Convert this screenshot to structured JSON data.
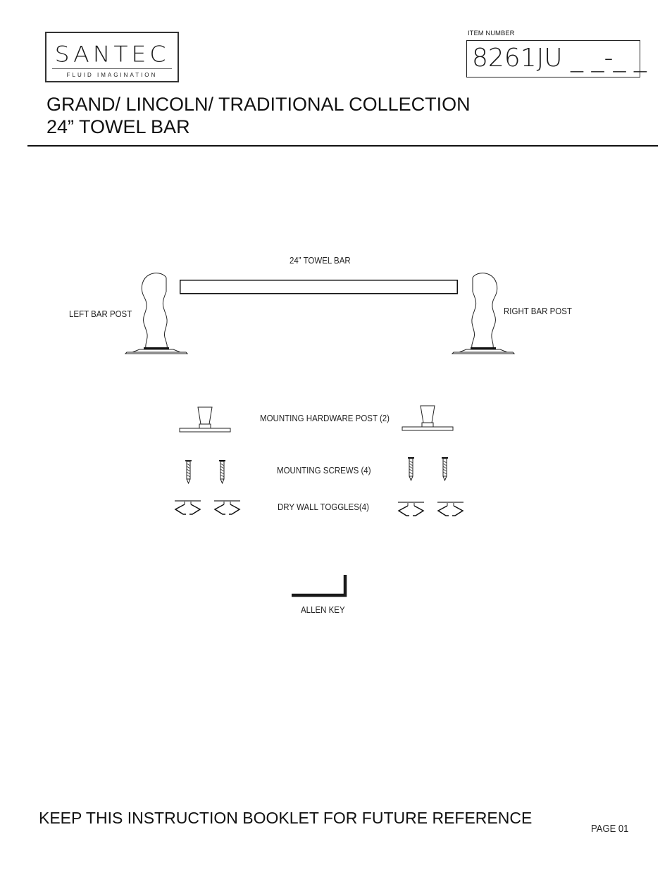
{
  "header": {
    "brand": {
      "name": "SANTEC",
      "tagline": "FLUID IMAGINATION"
    },
    "item_number": {
      "label": "ITEM NUMBER",
      "value": "8261JU _ _-_ _"
    },
    "title_line1": "GRAND/ LINCOLN/ TRADITIONAL COLLECTION",
    "title_line2": "24” TOWEL BAR"
  },
  "parts": {
    "towel_bar": "24” TOWEL BAR",
    "left_post": "LEFT  BAR POST",
    "right_post": "RIGHT  BAR POST",
    "mounting_post": "MOUNTING HARDWARE POST (2)",
    "mounting_screws": "MOUNTING SCREWS (4)",
    "drywall_toggles": "DRY WALL TOGGLES(4)",
    "allen_key": "ALLEN KEY"
  },
  "footer": {
    "note": "KEEP THIS INSTRUCTION BOOKLET FOR FUTURE REFERENCE",
    "page": "PAGE 01"
  },
  "colors": {
    "ink": "#111111",
    "background": "#ffffff"
  }
}
